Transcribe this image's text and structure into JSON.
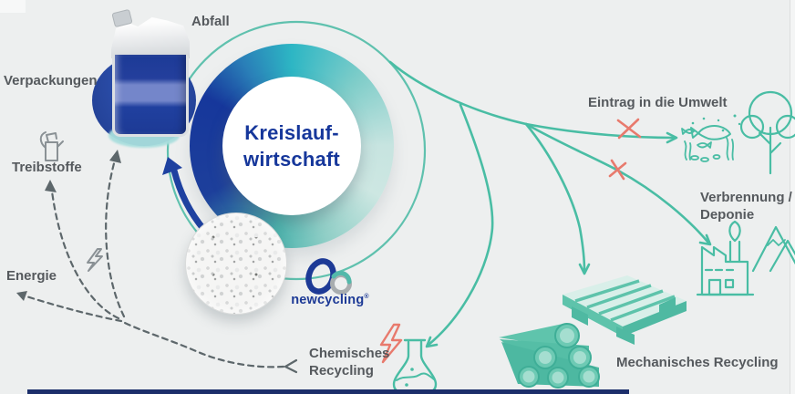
{
  "colors": {
    "bg": "#edefef",
    "teal": "#49bda4",
    "teal-light": "#5fc1ae",
    "navy": "#1e41a0",
    "title-navy": "#16379b",
    "label": "#55595d",
    "gray-line": "#5d676b",
    "gray-icon": "#8a9195",
    "red": "#e87a6d",
    "bar": "#1c2e6b",
    "pallet": "#5ec3ab",
    "pallet-light": "#d9efe9",
    "pallet-dark": "#4fb9a2",
    "logo-blue": "#1d3a96",
    "logo-gray": "#a8adaf",
    "pouch-crescent": "#a8dedd"
  },
  "center": {
    "line1": "Kreislauf-",
    "line2": "wirtschaft"
  },
  "logo": {
    "name": "newcycling",
    "mark": "®"
  },
  "nodes": {
    "abfall": {
      "label": "Abfall"
    },
    "verpackungen": {
      "label": "Verpackungen"
    },
    "treibstoffe": {
      "label": "Treibstoffe"
    },
    "energie": {
      "label": "Energie"
    },
    "eintrag": {
      "label": "Eintrag in die Umwelt"
    },
    "verbrennung": {
      "label_line1": "Verbrennung /",
      "label_line2": "Deponie"
    },
    "chemisches": {
      "label_line1": "Chemisches",
      "label_line2": "Recycling"
    },
    "mechanisches": {
      "label": "Mechanisches Recycling"
    }
  },
  "icons": [
    "pouch-packaging",
    "plastic-pellets",
    "fuel-nozzle",
    "energy-bolt",
    "fish-water",
    "tree",
    "factory",
    "landfill-mountain",
    "pallet",
    "pipes",
    "flask",
    "red-lightning",
    "blocked-x"
  ]
}
